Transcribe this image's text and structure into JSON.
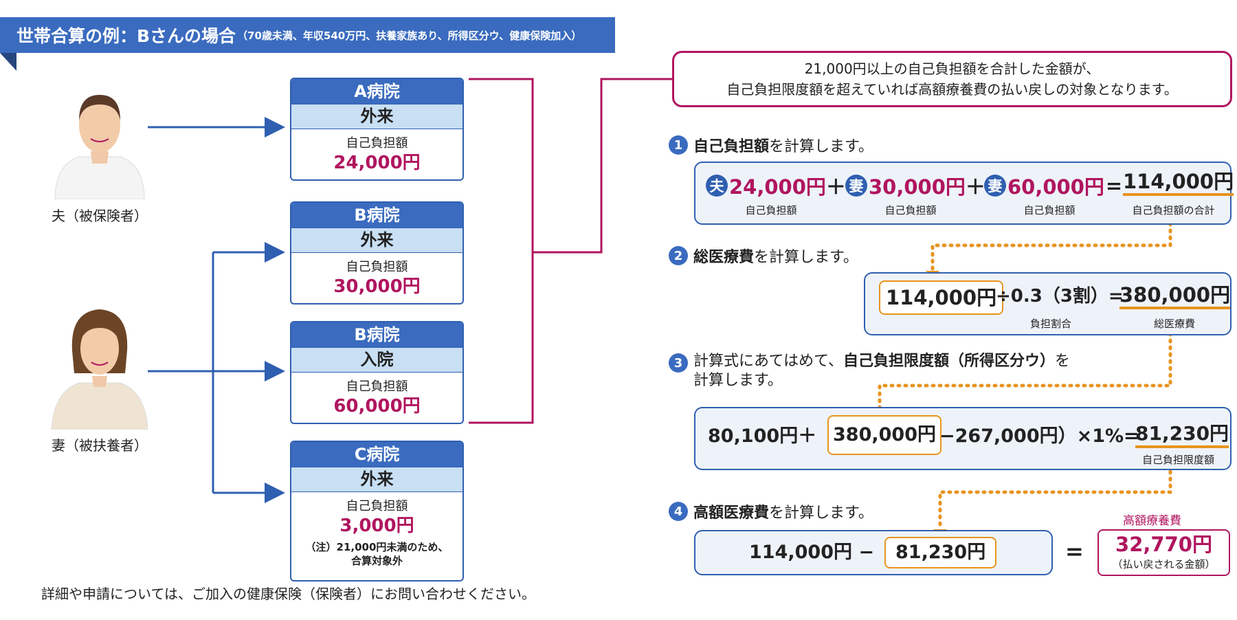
{
  "title": {
    "main": "世帯合算の例：Bさんの場合",
    "sub": "（70歳未満、年収540万円、扶養家族あり、所得区分ウ、健康保険加入）"
  },
  "people": {
    "husband_label": "夫（被保険者）",
    "wife_label": "妻（被扶養者）"
  },
  "hospitals": [
    {
      "name": "A病院",
      "type": "外来",
      "label": "自己負担額",
      "amount": "24,000円"
    },
    {
      "name": "B病院",
      "type": "外来",
      "label": "自己負担額",
      "amount": "30,000円"
    },
    {
      "name": "B病院",
      "type": "入院",
      "label": "自己負担額",
      "amount": "60,000円"
    },
    {
      "name": "C病院",
      "type": "外来",
      "label": "自己負担額",
      "amount": "3,000円",
      "note_line1": "（注）21,000円未満のため、",
      "note_line2": "合算対象外"
    }
  ],
  "summary": {
    "line1": "21,000円以上の自己負担額を合計した金額が、",
    "line2": "自己負担限度額を超えていれば高額療養費の払い戻しの対象となります。"
  },
  "steps": [
    {
      "num": "1",
      "bold": "自己負担額",
      "rest": "を計算します。"
    },
    {
      "num": "2",
      "bold": "総医療費",
      "rest": "を計算します。"
    },
    {
      "num": "3",
      "pre": "計算式にあてはめて、",
      "bold": "自己負担限度額（所得区分ウ）",
      "rest": "を",
      "line2": "計算します。"
    },
    {
      "num": "4",
      "bold": "高額医療費",
      "rest": "を計算します。"
    }
  ],
  "calc1": {
    "husband_chip": "夫",
    "wife_chip": "妻",
    "v1": "24,000円",
    "plus": "＋",
    "v2": "30,000円",
    "v3": "60,000円",
    "eq": "=",
    "total": "114,000円",
    "cap1": "自己負担額",
    "cap2": "自己負担額",
    "cap3": "自己負担額",
    "cap_total": "自己負担額の合計"
  },
  "calc2": {
    "box": "114,000円",
    "op": "÷0.3（3割）=",
    "result": "380,000円",
    "cap_ratio": "負担割合",
    "cap_result": "総医療費"
  },
  "calc3": {
    "pre": "80,100円＋（",
    "box": "380,000円",
    "post": "−267,000円）×1%=",
    "result": "81,230円",
    "cap_result": "自己負担限度額"
  },
  "calc4": {
    "left": "114,000円 −",
    "box": "81,230円",
    "eq": "=",
    "result_label": "高額療養費",
    "result": "32,770円",
    "result_sub": "（払い戻される金額）"
  },
  "footer": "詳細や申請については、ご加入の健康保険（保険者）にお問い合わせください。",
  "colors": {
    "blue": "#3a6bbf",
    "light_blue": "#c8dff4",
    "magenta": "#b0155f",
    "orange": "#e8931e"
  }
}
